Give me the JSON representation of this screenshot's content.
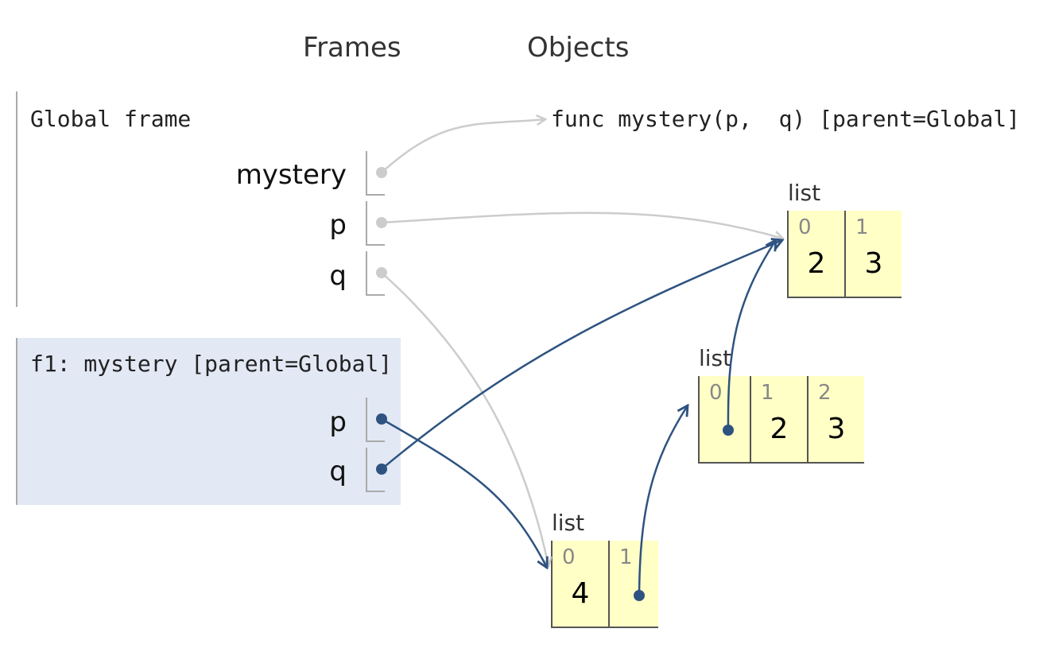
{
  "headers": {
    "frames": "Frames",
    "objects": "Objects"
  },
  "global_frame": {
    "title": "Global frame",
    "vars": [
      {
        "name": "mystery"
      },
      {
        "name": "p"
      },
      {
        "name": "q"
      }
    ]
  },
  "f1_frame": {
    "title": "f1: mystery [parent=Global]",
    "vars": [
      {
        "name": "p"
      },
      {
        "name": "q"
      }
    ]
  },
  "func_object": {
    "label": "func mystery(p,  q) [parent=Global]"
  },
  "list_a": {
    "label": "list",
    "cells": [
      {
        "index": "0",
        "value": "2"
      },
      {
        "index": "1",
        "value": "3"
      }
    ]
  },
  "list_b": {
    "label": "list",
    "cells": [
      {
        "index": "0",
        "value": ""
      },
      {
        "index": "1",
        "value": "2"
      },
      {
        "index": "2",
        "value": "3"
      }
    ]
  },
  "list_c": {
    "label": "list",
    "cells": [
      {
        "index": "0",
        "value": "4"
      },
      {
        "index": "1",
        "value": ""
      }
    ]
  },
  "colors": {
    "inactive_arrow": "#cccccc",
    "active_arrow": "#2e5380",
    "list_fill": "#ffffc6",
    "frame_active_bg": "#e2e8f4"
  }
}
